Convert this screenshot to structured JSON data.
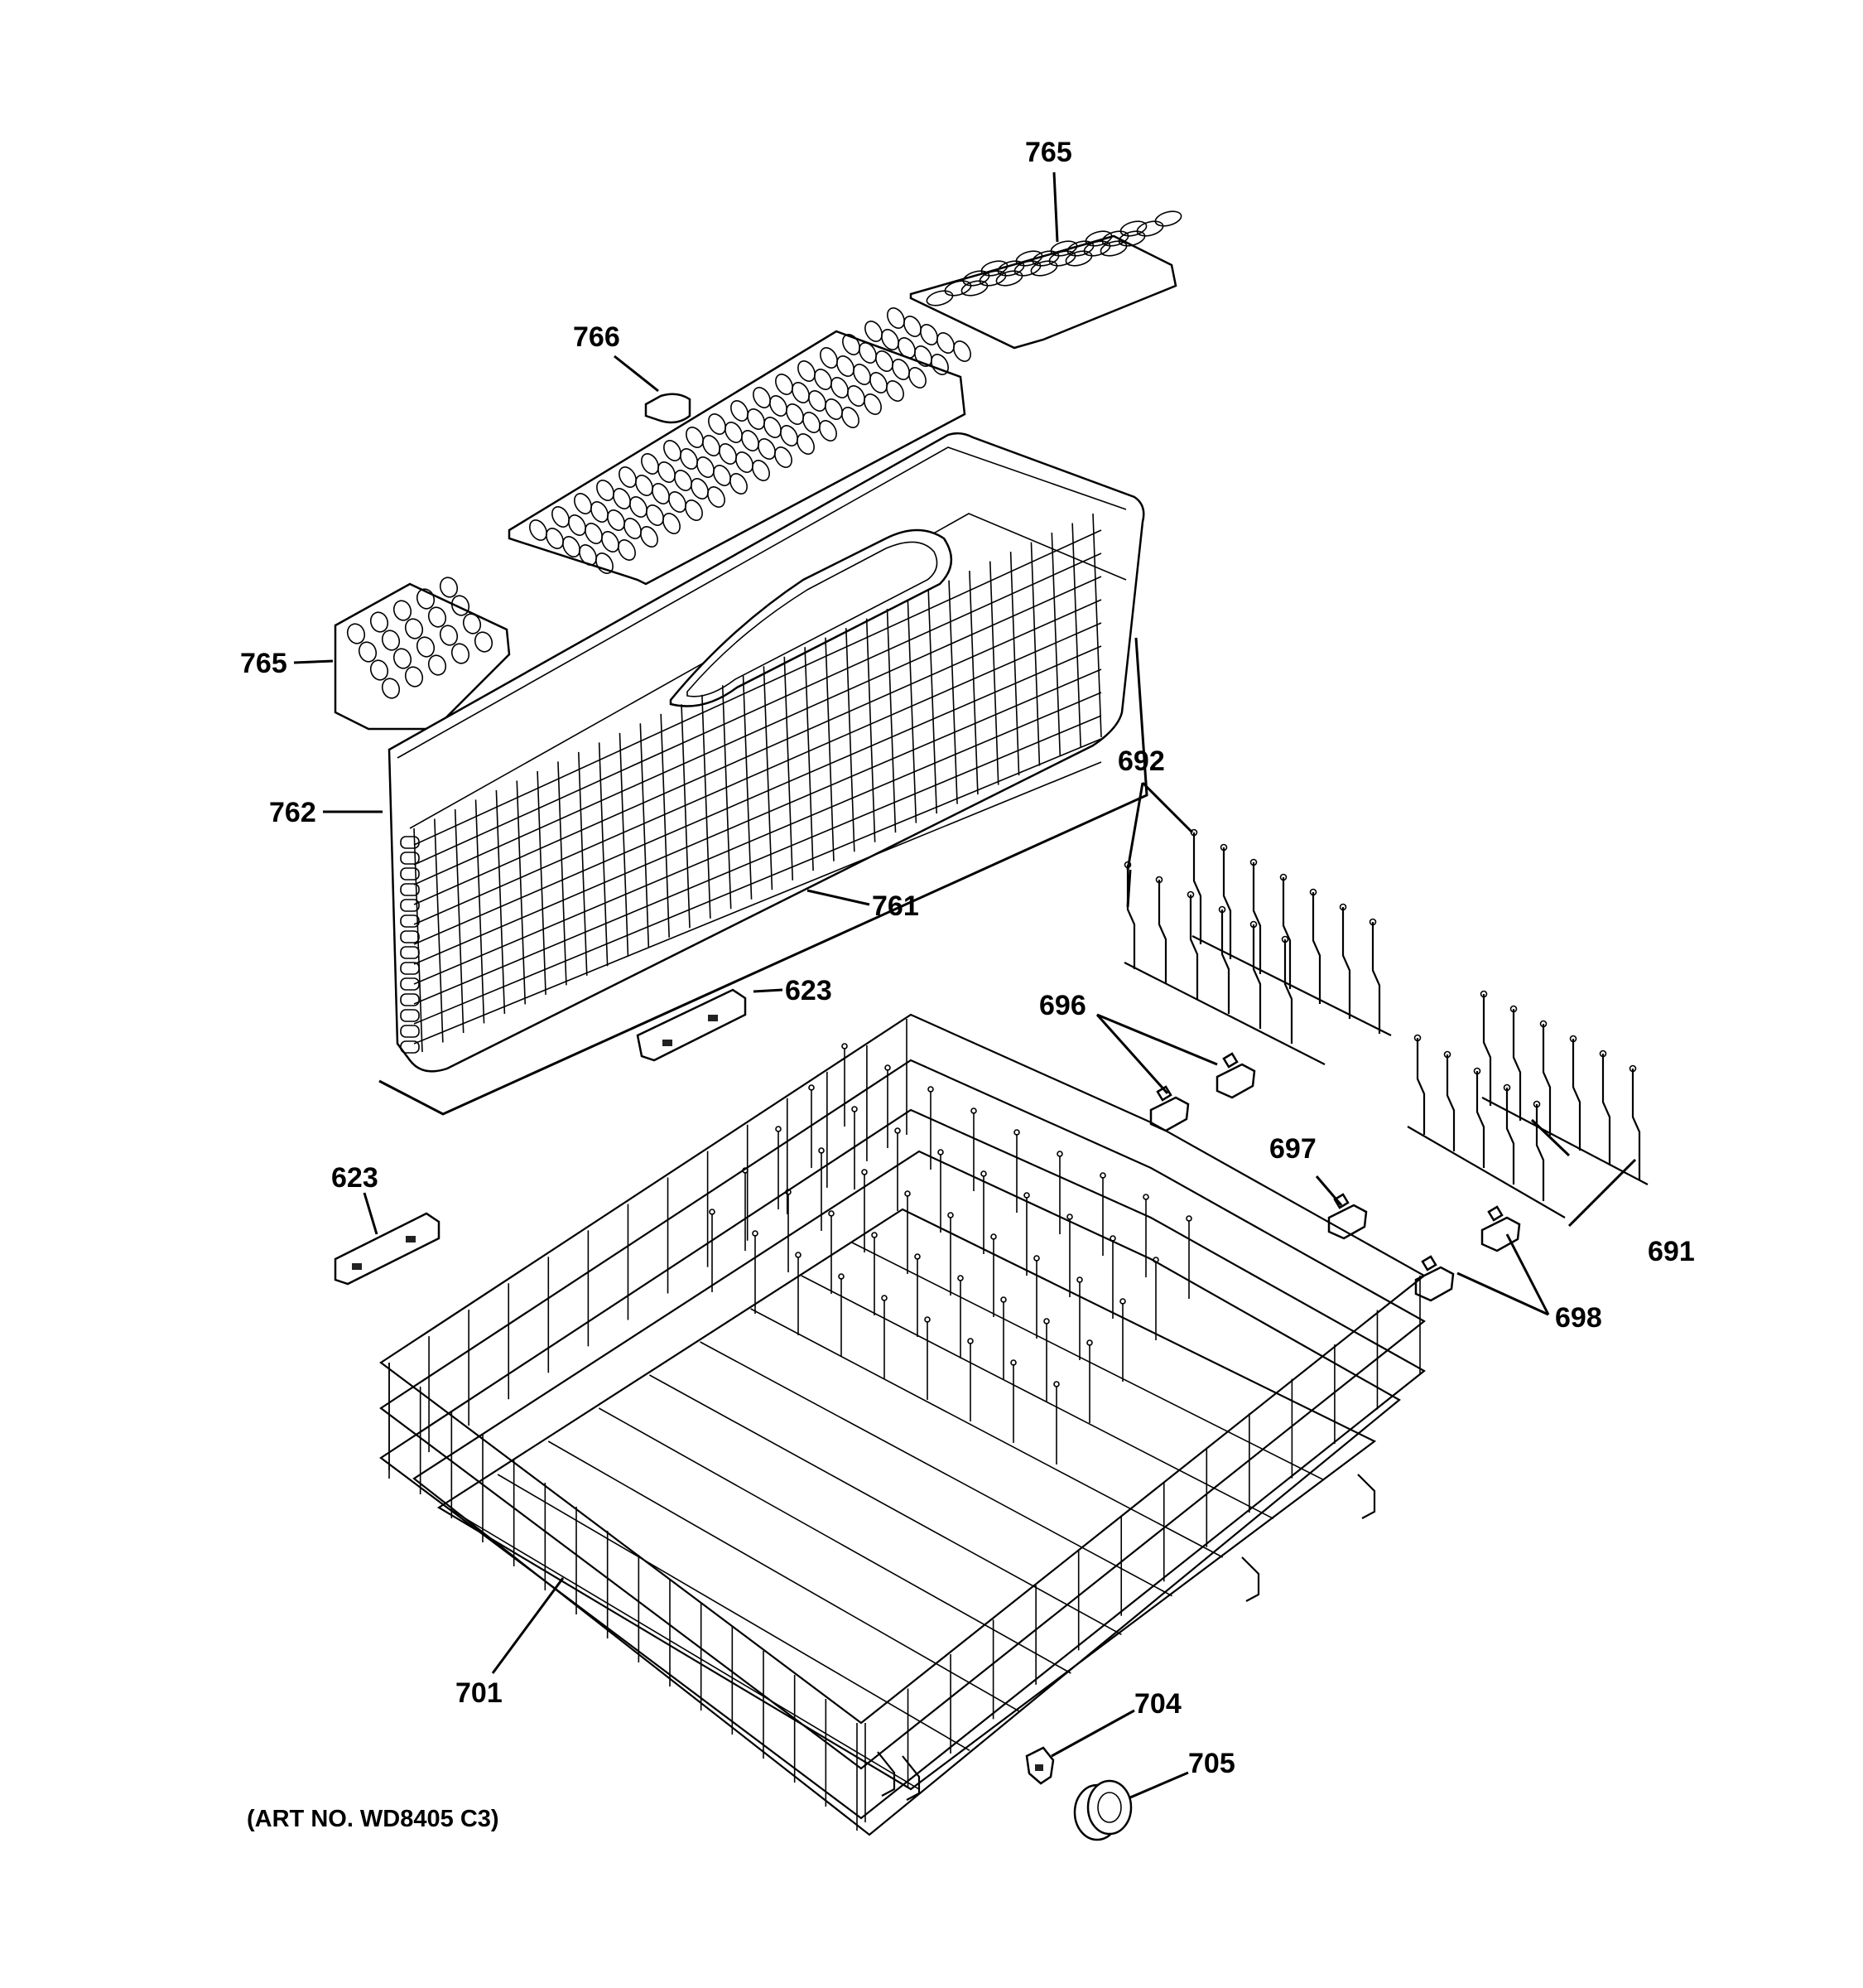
{
  "diagram": {
    "callouts": [
      {
        "id": "c765a",
        "label": "765"
      },
      {
        "id": "c766",
        "label": "766"
      },
      {
        "id": "c765b",
        "label": "765"
      },
      {
        "id": "c762",
        "label": "762"
      },
      {
        "id": "c761",
        "label": "761"
      },
      {
        "id": "c692",
        "label": "692"
      },
      {
        "id": "c623a",
        "label": "623"
      },
      {
        "id": "c696",
        "label": "696"
      },
      {
        "id": "c623b",
        "label": "623"
      },
      {
        "id": "c697",
        "label": "697"
      },
      {
        "id": "c691",
        "label": "691"
      },
      {
        "id": "c698",
        "label": "698"
      },
      {
        "id": "c701",
        "label": "701"
      },
      {
        "id": "c704",
        "label": "704"
      },
      {
        "id": "c705",
        "label": "705"
      }
    ],
    "art_number": "(ART NO. WD8405 C3)"
  }
}
